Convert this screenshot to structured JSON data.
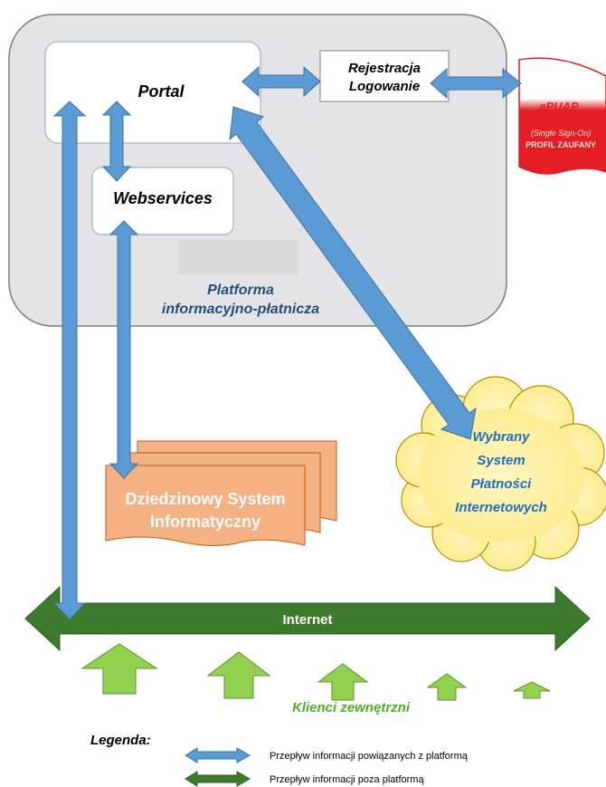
{
  "platform": {
    "label_line1": "Platforma",
    "label_line2": "informacyjno-płatnicza"
  },
  "portal": {
    "label": "Portal"
  },
  "webservices": {
    "label": "Webservices"
  },
  "registration": {
    "label_line1": "Rejestracja",
    "label_line2": "Logowanie"
  },
  "epuap": {
    "title": "ePUAP",
    "line1": "(Single Sign-On)",
    "line2": "PROFIL ZAUFANY"
  },
  "domain_system": {
    "label_line1": "Dziedzinowy System",
    "label_line2": "Informatyczny"
  },
  "payment_system": {
    "line1": "Wybrany",
    "line2": "System",
    "line3": "Płatności",
    "line4": "Internetowych"
  },
  "internet": {
    "label": "Internet"
  },
  "clients": {
    "label": "Klienci zewnętrzni"
  },
  "legend": {
    "title": "Legenda:",
    "blue_label": "Przepływ informacji powiązanych z platformą",
    "green_label": "Przepływ informacji poza  platformą"
  },
  "colors": {
    "blue_arrow": "#5b9bd5",
    "dark_green": "#3c7a2c",
    "light_green": "#92d050",
    "platform_bg": "#e4e4e6",
    "orange_doc": "#f4b183",
    "cloud_fill": "#fff2a8",
    "epuap_red": "#e31e24",
    "label_blue": "#1f4e79",
    "cloud_text": "#1f6fbf",
    "clients_green": "#4caf28"
  }
}
